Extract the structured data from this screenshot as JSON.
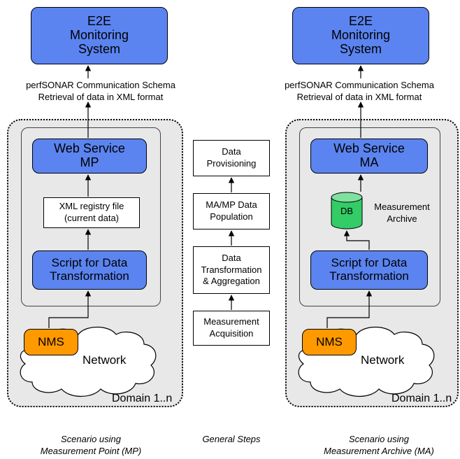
{
  "left": {
    "e2e": "E2E\nMonitoring\nSystem",
    "comm": "perfSONAR Communication Schema\nRetrieval of data in XML format",
    "ws": "Web Service\nMP",
    "xml": "XML registry file\n(current data)",
    "script": "Script for Data\nTransformation",
    "nms": "NMS",
    "network": "Network",
    "domain": "Domain 1..n",
    "caption": "Scenario using\nMeasurement Point (MP)"
  },
  "middle": {
    "steps": [
      "Data\nProvisioning",
      "MA/MP Data\nPopulation",
      "Data\nTransformation\n& Aggregation",
      "Measurement\nAcquisition"
    ],
    "caption": "General Steps"
  },
  "right": {
    "e2e": "E2E\nMonitoring\nSystem",
    "comm": "perfSONAR Communication Schema\nRetrieval of data in XML format",
    "ws": "Web Service\nMA",
    "db": "DB",
    "archive": "Measurement\nArchive",
    "script": "Script for Data\nTransformation",
    "nms": "NMS",
    "network": "Network",
    "domain": "Domain 1..n",
    "caption": "Scenario using\nMeasurement Archive (MA)"
  },
  "colors": {
    "blue": "#5b84f0",
    "orange": "#ff9900",
    "db_green": "#33cc66",
    "domain_bg": "#e8e8e8"
  }
}
